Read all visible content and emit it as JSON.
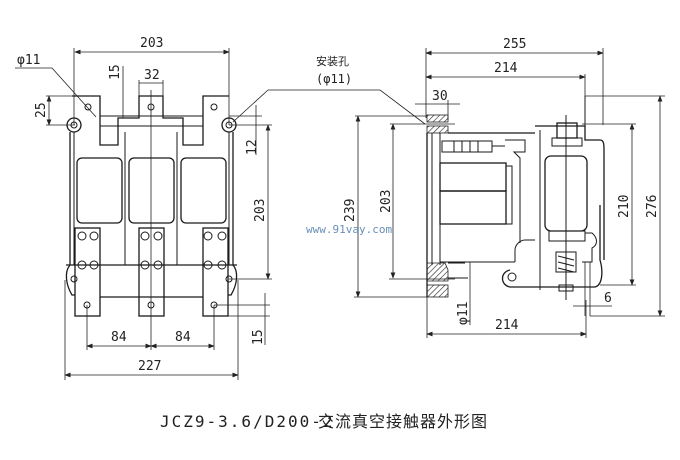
{
  "drawing": {
    "title_model": "JCZ9-3.6/D200-2",
    "title_desc": "交流真空接触器外形图",
    "watermark": "www.91vay.com",
    "front_view": {
      "dims": {
        "overall_width_top": "203",
        "hole_dia": "φ11",
        "pitch_top": "32",
        "offset_15_top": "15",
        "height_25": "25",
        "offset_12": "12",
        "mount_height": "203",
        "phase_pitch_left": "84",
        "phase_pitch_right": "84",
        "overall_width_bottom": "227",
        "offset_15_bottom": "15"
      },
      "mount_hole_label": "安装孔",
      "mount_hole_dia": "(φ11)"
    },
    "side_view": {
      "dims": {
        "overall_depth": "255",
        "depth_214_top": "214",
        "flange_30": "30",
        "height_239": "239",
        "height_203": "203",
        "height_210": "210",
        "height_276": "276",
        "offset_6": "6",
        "hole_dia_bottom": "φ11",
        "depth_214_bottom": "214"
      }
    }
  }
}
